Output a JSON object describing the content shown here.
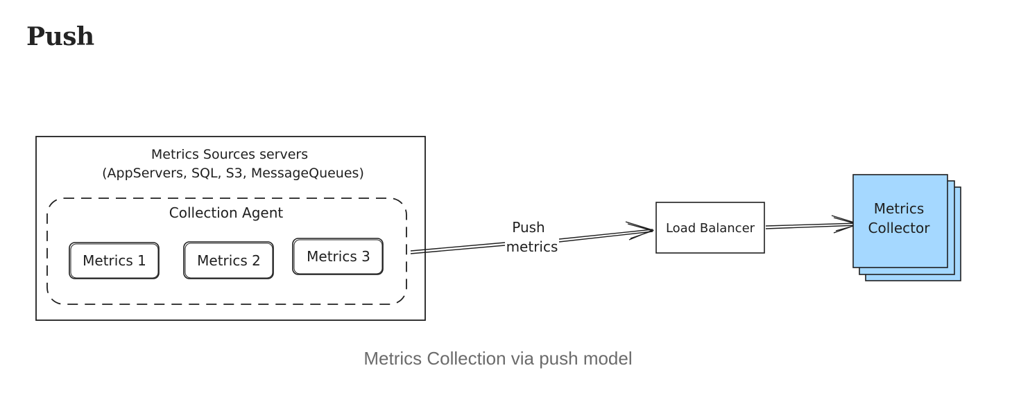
{
  "heading": "Push",
  "diagram": {
    "sources_box": {
      "title": "Metrics Sources servers",
      "subtitle": "(AppServers, SQL, S3, MessageQueues)"
    },
    "agent_box": {
      "label": "Collection Agent",
      "metrics": [
        "Metrics 1",
        "Metrics 2",
        "Metrics 3"
      ]
    },
    "arrow_label": [
      "Push",
      "metrics"
    ],
    "load_balancer": "Load Balancer",
    "collector": [
      "Metrics",
      "Collector"
    ],
    "colors": {
      "collector_fill": "#a5d8ff",
      "stroke": "#1e1e1e"
    }
  },
  "caption": "Metrics Collection via push model"
}
